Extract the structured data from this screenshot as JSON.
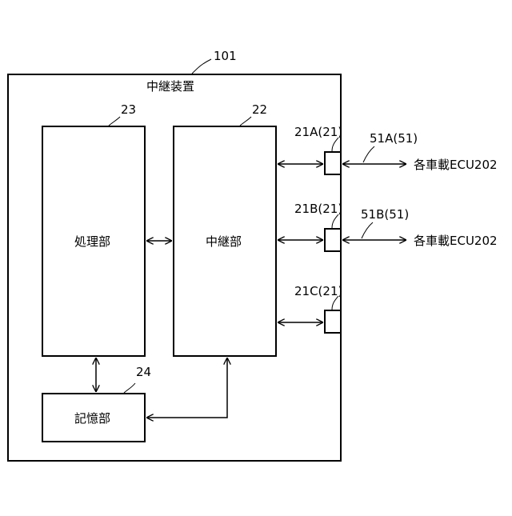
{
  "device": {
    "ref": "101",
    "title": "中継装置"
  },
  "processing_unit": {
    "ref": "23",
    "label": "処理部"
  },
  "relay_unit": {
    "ref": "22",
    "label": "中継部"
  },
  "storage_unit": {
    "ref": "24",
    "label": "記憶部"
  },
  "ports": [
    {
      "ref": "21A(21)"
    },
    {
      "ref": "21B(21)"
    },
    {
      "ref": "21C(21)"
    }
  ],
  "lines": [
    {
      "ref": "51A(51)",
      "target": "各車載ECU202"
    },
    {
      "ref": "51B(51)",
      "target": "各車載ECU202"
    }
  ]
}
